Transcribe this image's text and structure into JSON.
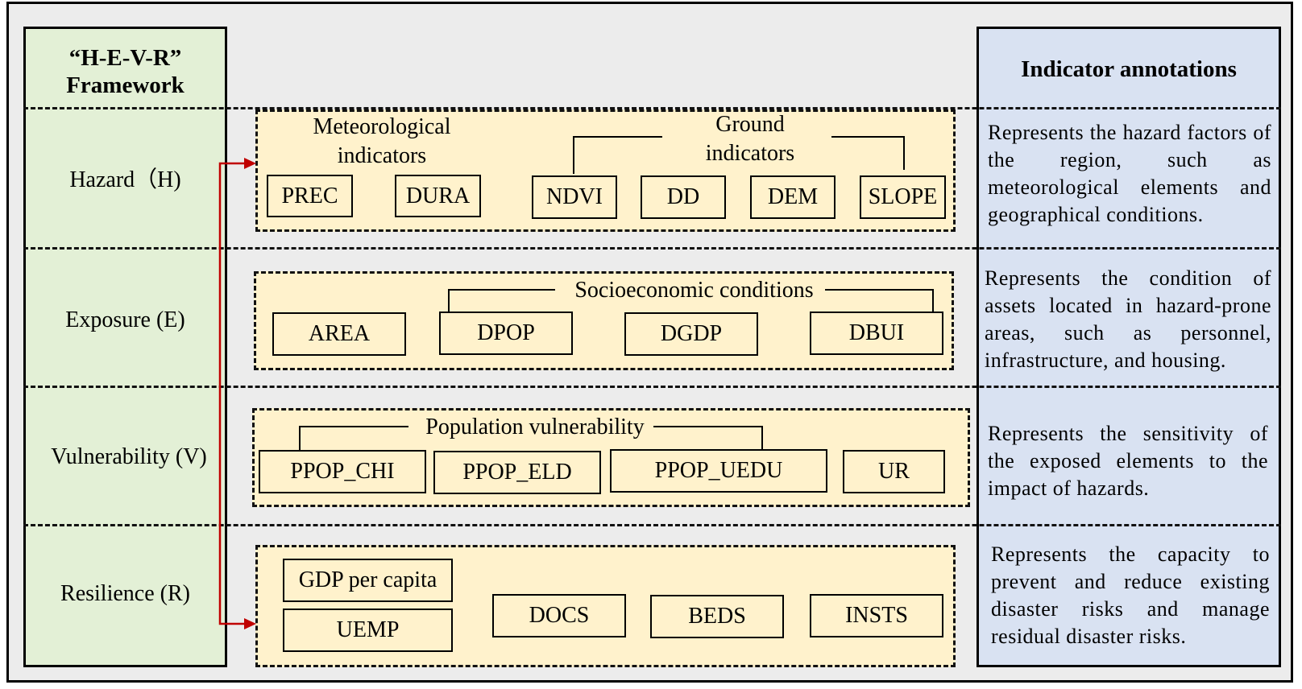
{
  "left_column": {
    "title": "“H-E-V-R” Framework",
    "rows": [
      "Hazard（H)",
      "Exposure (E)",
      "Vulnerability (V)",
      "Resilience (R)"
    ]
  },
  "right_column": {
    "title": "Indicator annotations",
    "annotations": [
      "Represents the hazard factors of the region, such as meteorological elements and geographical conditions.",
      "Represents the condition of assets located in hazard-prone areas, such as personnel, infrastructure, and housing.",
      "Represents the sensitivity of the exposed elements to the impact of hazards.",
      "Represents the capacity to prevent and reduce existing disaster risks and manage residual disaster risks."
    ]
  },
  "hazard": {
    "meteorological_label": "Meteorological indicators",
    "ground_label": "Ground indicators",
    "indicators": [
      "PREC",
      "DURA",
      "NDVI",
      "DD",
      "DEM",
      "SLOPE"
    ]
  },
  "exposure": {
    "group_label": "Socioeconomic conditions",
    "indicators": [
      "AREA",
      "DPOP",
      "DGDP",
      "DBUI"
    ]
  },
  "vulnerability": {
    "group_label": "Population vulnerability",
    "indicators": [
      "PPOP_CHI",
      "PPOP_ELD",
      "PPOP_UEDU",
      "UR"
    ]
  },
  "resilience": {
    "indicators": [
      "GDP per capita",
      "UEMP",
      "DOCS",
      "BEDS",
      "INSTS"
    ]
  },
  "colors": {
    "framework_bg": "#e3f0d6",
    "annotation_bg": "#d9e2f2",
    "indicator_bg": "#fff2cc",
    "arrow": "#c00000"
  }
}
